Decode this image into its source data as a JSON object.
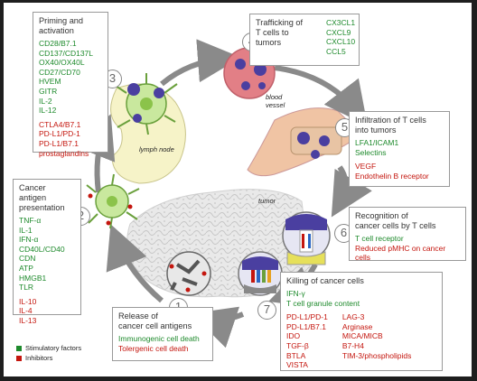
{
  "steps": [
    {
      "number": "1",
      "title": [
        "Release of",
        "cancer cell antigens"
      ],
      "stimulatory": [
        "Immunogenic cell death"
      ],
      "inhibitors": [
        "Tolergenic cell death"
      ]
    },
    {
      "number": "2",
      "title": [
        "Cancer antigen",
        "presentation"
      ],
      "stimulatory": [
        "TNF-α",
        "IL-1",
        "IFN-α",
        "CD40L/CD40",
        "CDN",
        "ATP",
        "HMGB1",
        "TLR"
      ],
      "inhibitors": [
        "IL-10",
        "IL-4",
        "IL-13"
      ]
    },
    {
      "number": "3",
      "title": [
        "Priming and",
        "activation"
      ],
      "stimulatory": [
        "CD28/B7.1",
        "CD137/CD137L",
        "OX40/OX40L",
        "CD27/CD70",
        "HVEM",
        "GITR",
        "IL-2",
        "IL-12"
      ],
      "inhibitors": [
        "CTLA4/B7.1",
        "PD-L1/PD-1",
        "PD-L1/B7.1",
        "prostaglandins"
      ]
    },
    {
      "number": "4",
      "title": [
        "Trafficking of",
        "T cells to tumors"
      ],
      "stimulatory": [
        "CX3CL1",
        "CXCL9",
        "CXCL10",
        "CCL5"
      ],
      "inhibitors": []
    },
    {
      "number": "5",
      "title": [
        "Infiltration of T cells",
        "into tumors"
      ],
      "stimulatory": [
        "LFA1/ICAM1",
        "Selectins"
      ],
      "inhibitors": [
        "VEGF",
        "Endothelin B receptor"
      ]
    },
    {
      "number": "6",
      "title": [
        "Recognition of",
        "cancer cells by T cells"
      ],
      "stimulatory": [
        "T cell receptor"
      ],
      "inhibitors": [
        "Reduced pMHC on cancer cells"
      ]
    },
    {
      "number": "7",
      "title": [
        "Killing of cancer cells"
      ],
      "stimulatory": [
        "IFN-γ",
        "T cell granule content"
      ],
      "inhibitors_col1": [
        "PD-L1/PD-1",
        "PD-L1/B7.1",
        "IDO",
        "TGF-β",
        "BTLA",
        "VISTA"
      ],
      "inhibitors_col2": [
        "LAG-3",
        "Arginase",
        "MICA/MICB",
        "B7-H4",
        "TIM-3/phospholipids"
      ]
    }
  ],
  "labels": {
    "lymph_node": "lymph node",
    "blood_vessel": [
      "blood",
      "vessel"
    ],
    "tumor": "tumor"
  },
  "legend": [
    {
      "label": "Stimulatory factors",
      "color": "#1e8a2c"
    },
    {
      "label": "Inhibitors",
      "color": "#c4160e"
    }
  ],
  "colors": {
    "stimulatory": "#1e8a2c",
    "inhibitor": "#c4160e",
    "cycle": "#8a8a8a",
    "t_cell": "#4a3fa0",
    "blood": "#e27f86"
  }
}
